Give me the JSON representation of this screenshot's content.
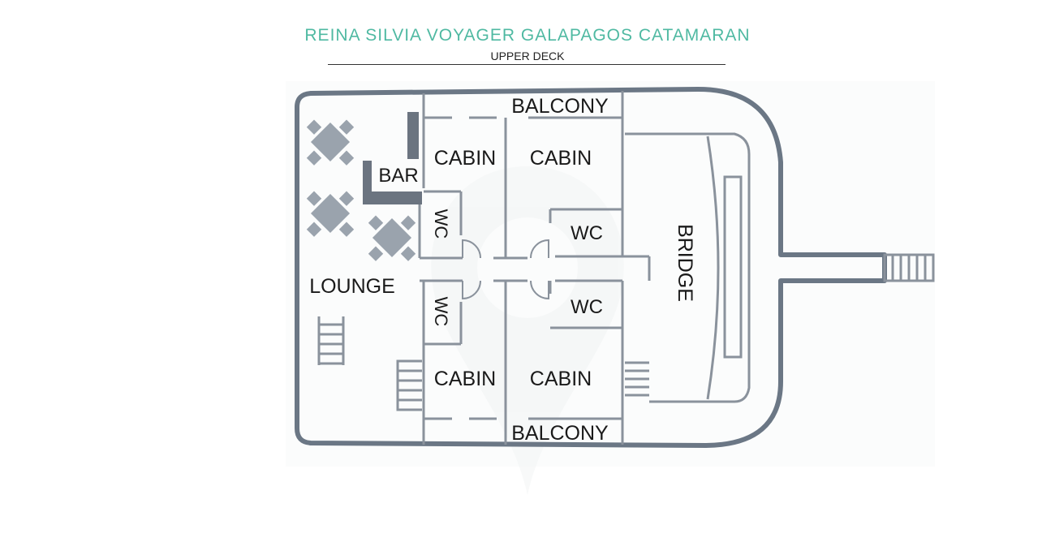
{
  "header": {
    "title": "REINA SILVIA VOYAGER GALAPAGOS CATAMARAN",
    "subtitle": "UPPER DECK"
  },
  "labels": {
    "balcony_top": "BALCONY",
    "balcony_bottom": "BALCONY",
    "cabin_tl": "CABIN",
    "cabin_tr": "CABIN",
    "cabin_bl": "CABIN",
    "cabin_br": "CABIN",
    "bar": "BAR",
    "wc_left_top": "WC",
    "wc_left_bottom": "WC",
    "wc_right_top": "WC",
    "wc_right_bottom": "WC",
    "bridge": "BRIDGE",
    "lounge": "LOUNGE"
  },
  "colors": {
    "title": "#4fb9a2",
    "hull": "#6b7785",
    "wall": "#8a929c",
    "furniture": "#9aa3ad",
    "bar_counter": "#6b7480"
  }
}
